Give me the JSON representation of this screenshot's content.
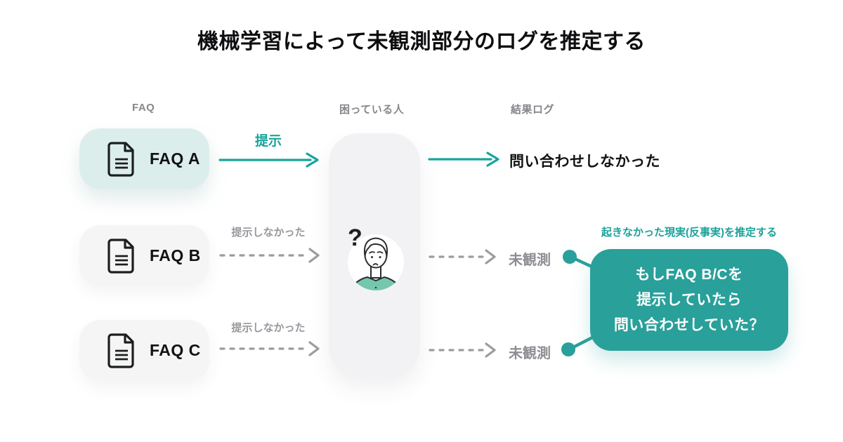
{
  "title": "機械学習によって未観測部分のログを推定する",
  "columns": {
    "faq": "FAQ",
    "person": "困っている人",
    "result": "結果ログ"
  },
  "faq_cards": [
    {
      "label": "FAQ A",
      "highlighted": true
    },
    {
      "label": "FAQ B",
      "highlighted": false
    },
    {
      "label": "FAQ C",
      "highlighted": false
    }
  ],
  "left_arrows": [
    {
      "label": "提示",
      "style": "solid-teal"
    },
    {
      "label": "提示しなかった",
      "style": "dashed-gray"
    },
    {
      "label": "提示しなかった",
      "style": "dashed-gray"
    }
  ],
  "results": [
    {
      "label": "問い合わせしなかった",
      "observed": true
    },
    {
      "label": "未観測",
      "observed": false
    },
    {
      "label": "未観測",
      "observed": false
    }
  ],
  "person": {
    "question_mark": "?"
  },
  "callout": {
    "annotation": "起きなかった現実(反事実)を推定する",
    "lines": [
      "もしFAQ B/Cを",
      "提示していたら",
      "問い合わせしていた？"
    ]
  },
  "colors": {
    "accent_teal": "#18a49c",
    "callout_teal": "#29a09a",
    "card_highlight_bg": "#dceeec",
    "card_default_bg": "#f5f5f6",
    "pill_bg": "#f2f2f4",
    "muted_gray": "#97979d",
    "text_dark": "#121214",
    "shirt_green": "#74c7ad"
  }
}
